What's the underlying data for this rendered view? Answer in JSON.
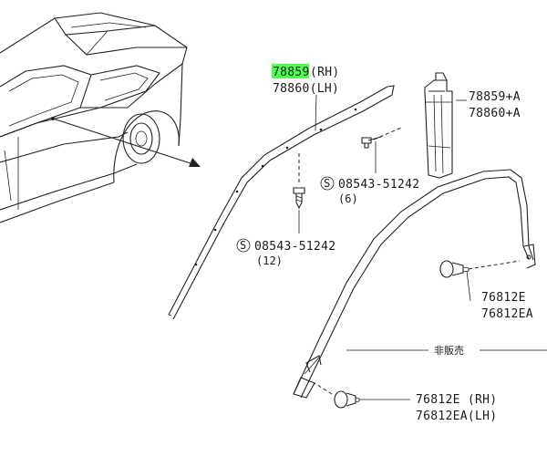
{
  "labels": {
    "part_rh_number": "78859",
    "part_rh_suffix": "(RH)",
    "part_lh": "78860(LH)",
    "kit_rh": "78859+A",
    "kit_lh": "78860+A",
    "screw_upper": "08543-51242",
    "screw_upper_qty": "(6)",
    "screw_lower": "08543-51242",
    "screw_lower_qty": "(12)",
    "clip_right_1": "76812E",
    "clip_right_2": "76812EA",
    "not_for_sale": "非販売",
    "clip_bottom_rh": "76812E  (RH)",
    "clip_bottom_lh": "76812EA(LH)",
    "standard_part_mark": "S"
  },
  "colors": {
    "highlight": "#4cff4c",
    "line": "#222222"
  }
}
